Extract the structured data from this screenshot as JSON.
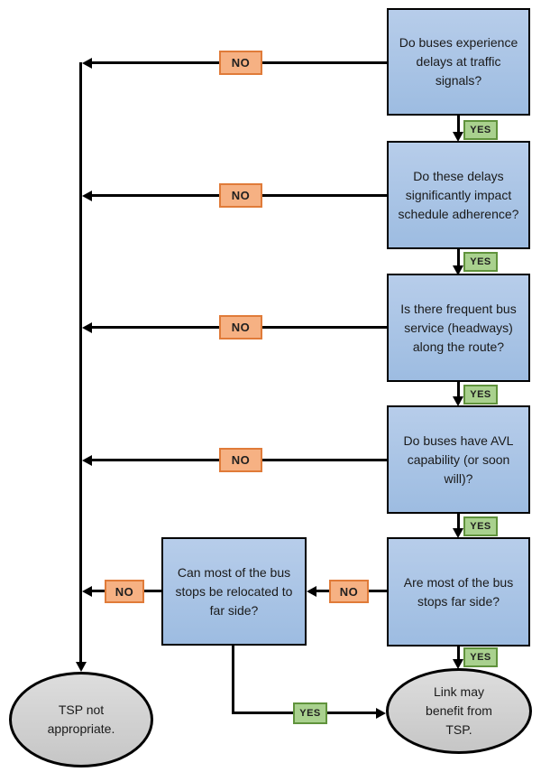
{
  "diagram": {
    "type": "flowchart",
    "subject": "Transit Signal Priority (TSP) suitability decision tree",
    "questions": [
      {
        "id": "q1",
        "lines": [
          "Do buses experience",
          "delays at traffic",
          "signals?"
        ]
      },
      {
        "id": "q2",
        "lines": [
          "Do these delays",
          "significantly impact",
          "schedule adherence?"
        ]
      },
      {
        "id": "q3",
        "lines": [
          "Is there frequent bus",
          "service (headways)",
          "along the route?"
        ]
      },
      {
        "id": "q4",
        "lines": [
          "Do buses have AVL",
          "capability (or soon",
          "will)?"
        ]
      },
      {
        "id": "q5",
        "lines": [
          "Are most of the bus",
          "stops far side?"
        ]
      },
      {
        "id": "q6",
        "lines": [
          "Can most of the bus",
          "stops be relocated to",
          "far side?"
        ]
      }
    ],
    "terminals": [
      {
        "id": "tsp-not-appropriate",
        "lines": [
          "TSP not",
          "appropriate."
        ]
      },
      {
        "id": "link-may-benefit",
        "lines": [
          "Link may",
          "benefit from",
          "TSP."
        ]
      }
    ],
    "labels": {
      "yes": "YES",
      "no": "NO"
    },
    "colors": {
      "question_fill": "#aac6e8",
      "question_border": "#000000",
      "no_fill": "#f6b183",
      "no_border": "#e07b39",
      "yes_fill": "#a9d18e",
      "yes_border": "#60933c",
      "terminal_fill": "#d2d2d2",
      "line": "#000000"
    }
  }
}
